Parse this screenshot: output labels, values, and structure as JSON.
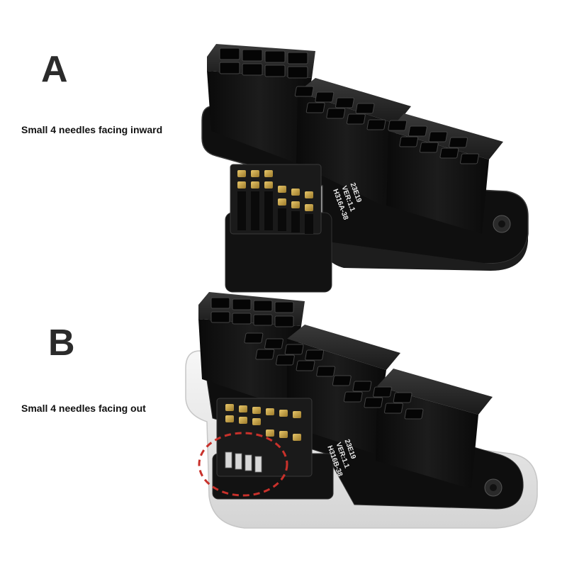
{
  "labels": {
    "a": "A",
    "b": "B"
  },
  "captions": {
    "a": "Small 4 needles facing inward",
    "b": "Small 4 needles facing out"
  },
  "silkscreen": {
    "a": [
      "H316A-38",
      "VER:1.1",
      "23E19"
    ],
    "b": [
      "H316B-38",
      "VER:1.1",
      "23E19"
    ]
  },
  "colors": {
    "connector": "#151515",
    "board": "#0d0d0d",
    "gold_pin": "#c9a448",
    "highlight": "#c8312b"
  }
}
